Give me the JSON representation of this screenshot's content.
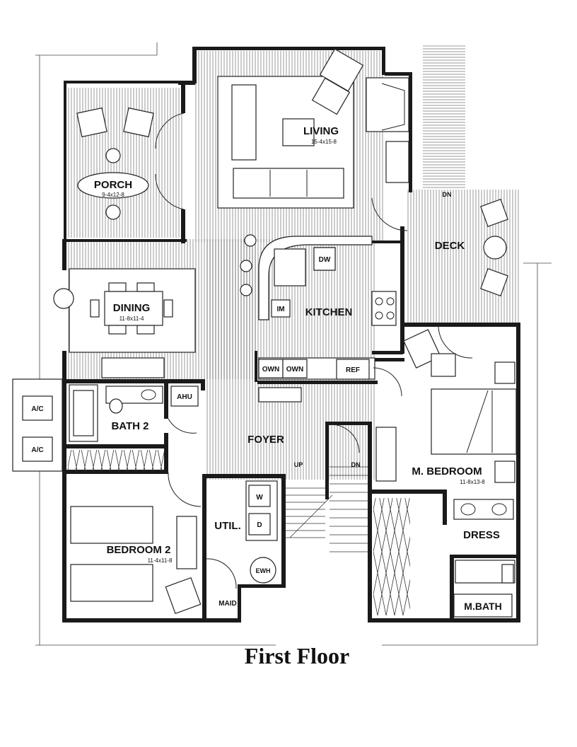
{
  "plan": {
    "title": "First Floor",
    "rooms": {
      "living": {
        "name": "LIVING",
        "dims": "15-4x15-8"
      },
      "porch": {
        "name": "PORCH",
        "dims": "9-4x12-8"
      },
      "dining": {
        "name": "DINING",
        "dims": "11-8x11-4"
      },
      "kitchen": {
        "name": "KITCHEN"
      },
      "deck": {
        "name": "DECK"
      },
      "foyer": {
        "name": "FOYER"
      },
      "bath2": {
        "name": "BATH 2"
      },
      "bedroom2": {
        "name": "BEDROOM 2",
        "dims": "11-4x11-8"
      },
      "util": {
        "name": "UTIL."
      },
      "maid": {
        "name": "MAID"
      },
      "mbedroom": {
        "name": "M. BEDROOM",
        "dims": "11-8x13-8"
      },
      "dress": {
        "name": "DRESS"
      },
      "mbath": {
        "name": "M.BATH"
      }
    },
    "fixtures": {
      "dw": "DW",
      "im": "IM",
      "own1": "OWN",
      "own2": "OWN",
      "ref": "REF",
      "ahu": "AHU",
      "ac1": "A/C",
      "ac2": "A/C",
      "washer": "W",
      "dryer": "D",
      "ewh": "EWH"
    },
    "stairs": {
      "up": "UP",
      "dn": "DN",
      "deck_dn": "DN"
    }
  }
}
